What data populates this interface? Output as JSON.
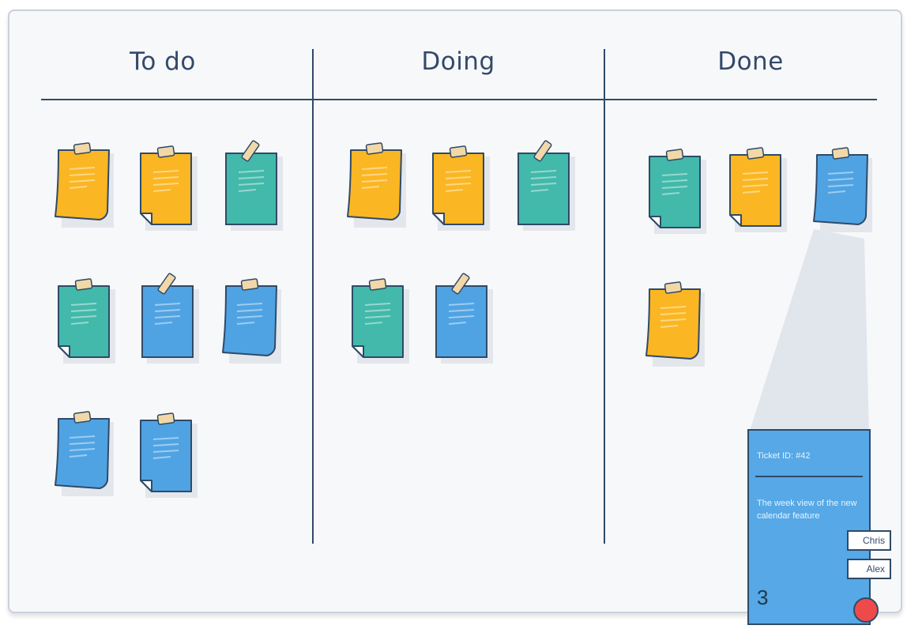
{
  "columns": [
    {
      "title": "To do"
    },
    {
      "title": "Doing"
    },
    {
      "title": "Done"
    }
  ],
  "palette": {
    "yellow": "#fbb623",
    "teal": "#42b9aa",
    "blue": "#4fa3e3",
    "outline": "#2f4a68",
    "tape": "#f2d8a8"
  },
  "ticket": {
    "id_text": "Ticket ID: #42",
    "description": "The week view of the new calendar feature",
    "points": "3",
    "assignees": [
      "Chris",
      "Alex"
    ]
  }
}
